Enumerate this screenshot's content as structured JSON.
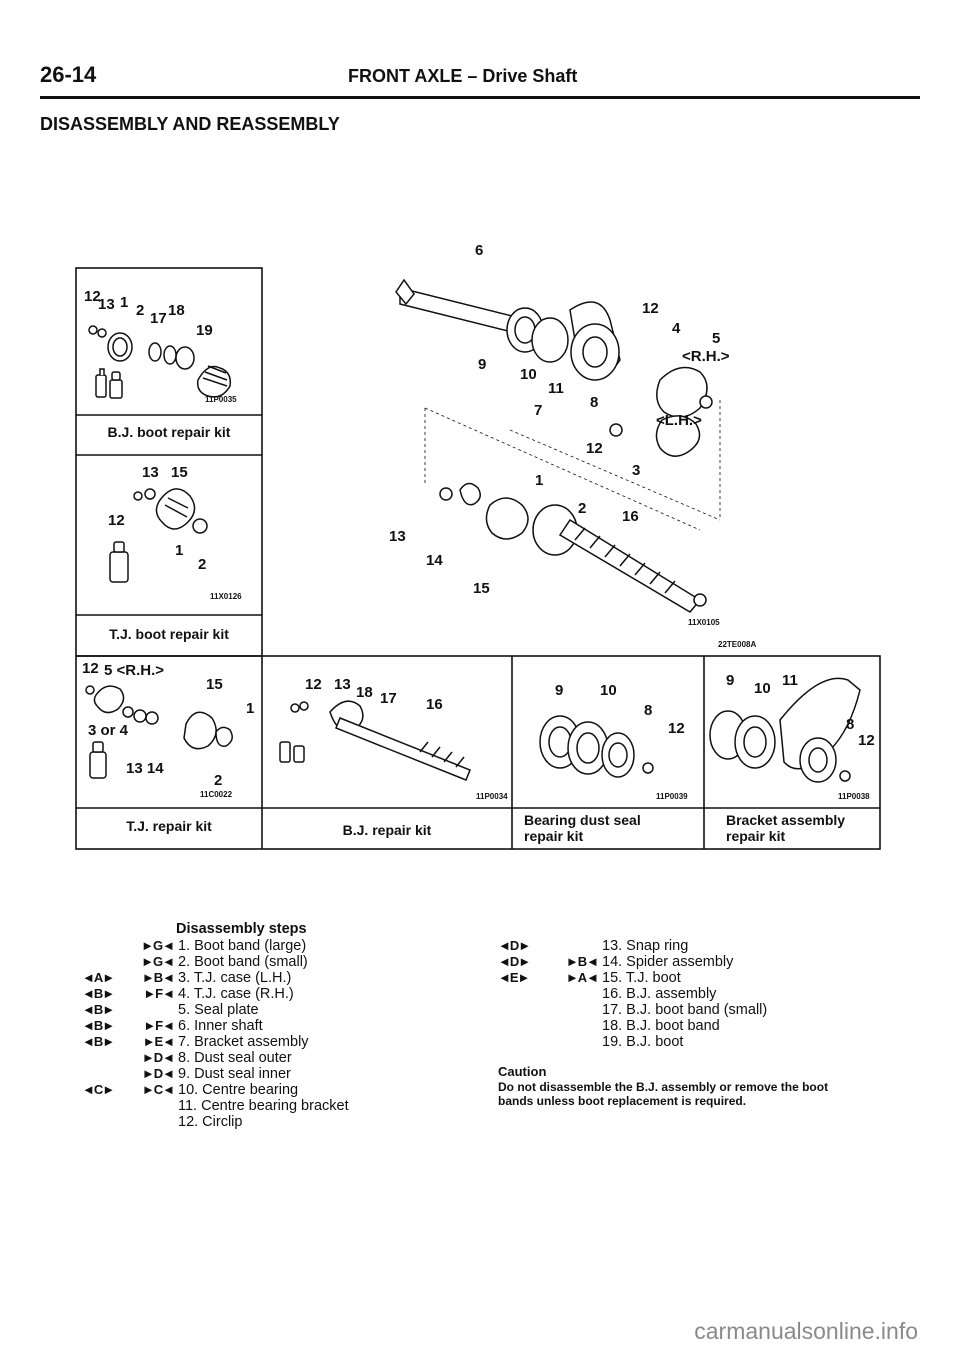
{
  "header": {
    "page_number": "26-14",
    "title": "FRONT AXLE",
    "dash": "–",
    "subtitle": "Drive Shaft",
    "section": "DISASSEMBLY AND REASSEMBLY"
  },
  "panels": {
    "bj_boot_kit": {
      "caption": "B.J. boot repair kit",
      "code": "11P0035",
      "labels": [
        "12",
        "13",
        "1",
        "2",
        "17",
        "18",
        "19"
      ]
    },
    "tj_boot_kit": {
      "caption": "T.J. boot repair kit",
      "code": "11X0126",
      "labels": [
        "13",
        "15",
        "12",
        "1",
        "2"
      ]
    },
    "main": {
      "code": "11X0105",
      "code2": "22TE008A",
      "labels": [
        "6",
        "12",
        "4",
        "5",
        "<R.H.>",
        "9",
        "10",
        "11",
        "8",
        "7",
        "<L.H.>",
        "12",
        "3",
        "1",
        "2",
        "16",
        "13",
        "14",
        "15"
      ]
    },
    "tj_repair_kit": {
      "caption": "T.J. repair kit",
      "code": "11C0022",
      "labels": [
        "12",
        "5 <R.H.>",
        "15",
        "1",
        "3 or 4",
        "13 14",
        "2"
      ]
    },
    "bj_repair_kit": {
      "caption": "B.J. repair kit",
      "code": "11P0034",
      "labels": [
        "12",
        "13",
        "18",
        "17",
        "16"
      ]
    },
    "bearing_kit": {
      "caption_1": "Bearing dust seal",
      "caption_2": "repair kit",
      "code": "11P0039",
      "labels": [
        "9",
        "10",
        "8",
        "12"
      ]
    },
    "bracket_kit": {
      "caption_1": "Bracket assembly",
      "caption_2": "repair kit",
      "code": "11P0038",
      "labels": [
        "9",
        "10",
        "11",
        "8",
        "12"
      ]
    }
  },
  "disassembly": {
    "title": "Disassembly steps",
    "steps": [
      {
        "left": "",
        "right": "►G◄",
        "text": "1. Boot band (large)"
      },
      {
        "left": "",
        "right": "►G◄",
        "text": "2. Boot band (small)"
      },
      {
        "left": "◄A►",
        "right": "►B◄",
        "text": "3. T.J. case (L.H.)"
      },
      {
        "left": "◄B►",
        "right": "►F◄",
        "text": "4. T.J. case (R.H.)"
      },
      {
        "left": "◄B►",
        "right": "",
        "text": "5. Seal plate"
      },
      {
        "left": "◄B►",
        "right": "►F◄",
        "text": "6. Inner shaft"
      },
      {
        "left": "◄B►",
        "right": "►E◄",
        "text": "7. Bracket assembly"
      },
      {
        "left": "",
        "right": "►D◄",
        "text": "8. Dust seal outer"
      },
      {
        "left": "",
        "right": "►D◄",
        "text": "9. Dust seal inner"
      },
      {
        "left": "◄C►",
        "right": "►C◄",
        "text": "10. Centre bearing"
      },
      {
        "left": "",
        "right": "",
        "text": "11. Centre bearing bracket"
      },
      {
        "left": "",
        "right": "",
        "text": "12. Circlip"
      }
    ],
    "steps_right": [
      {
        "left": "◄D►",
        "right": "",
        "text": "13. Snap ring"
      },
      {
        "left": "◄D►",
        "right": "►B◄",
        "text": "14. Spider assembly"
      },
      {
        "left": "◄E►",
        "right": "►A◄",
        "text": "15. T.J. boot"
      },
      {
        "left": "",
        "right": "",
        "text": "16. B.J. assembly"
      },
      {
        "left": "",
        "right": "",
        "text": "17. B.J. boot band (small)"
      },
      {
        "left": "",
        "right": "",
        "text": "18. B.J. boot band"
      },
      {
        "left": "",
        "right": "",
        "text": "19. B.J. boot"
      }
    ],
    "caution_title": "Caution",
    "caution_line1": "Do not disassemble the B.J. assembly or remove the boot",
    "caution_line2": "bands unless boot replacement is required."
  },
  "watermark": "carmanualsonline.info"
}
